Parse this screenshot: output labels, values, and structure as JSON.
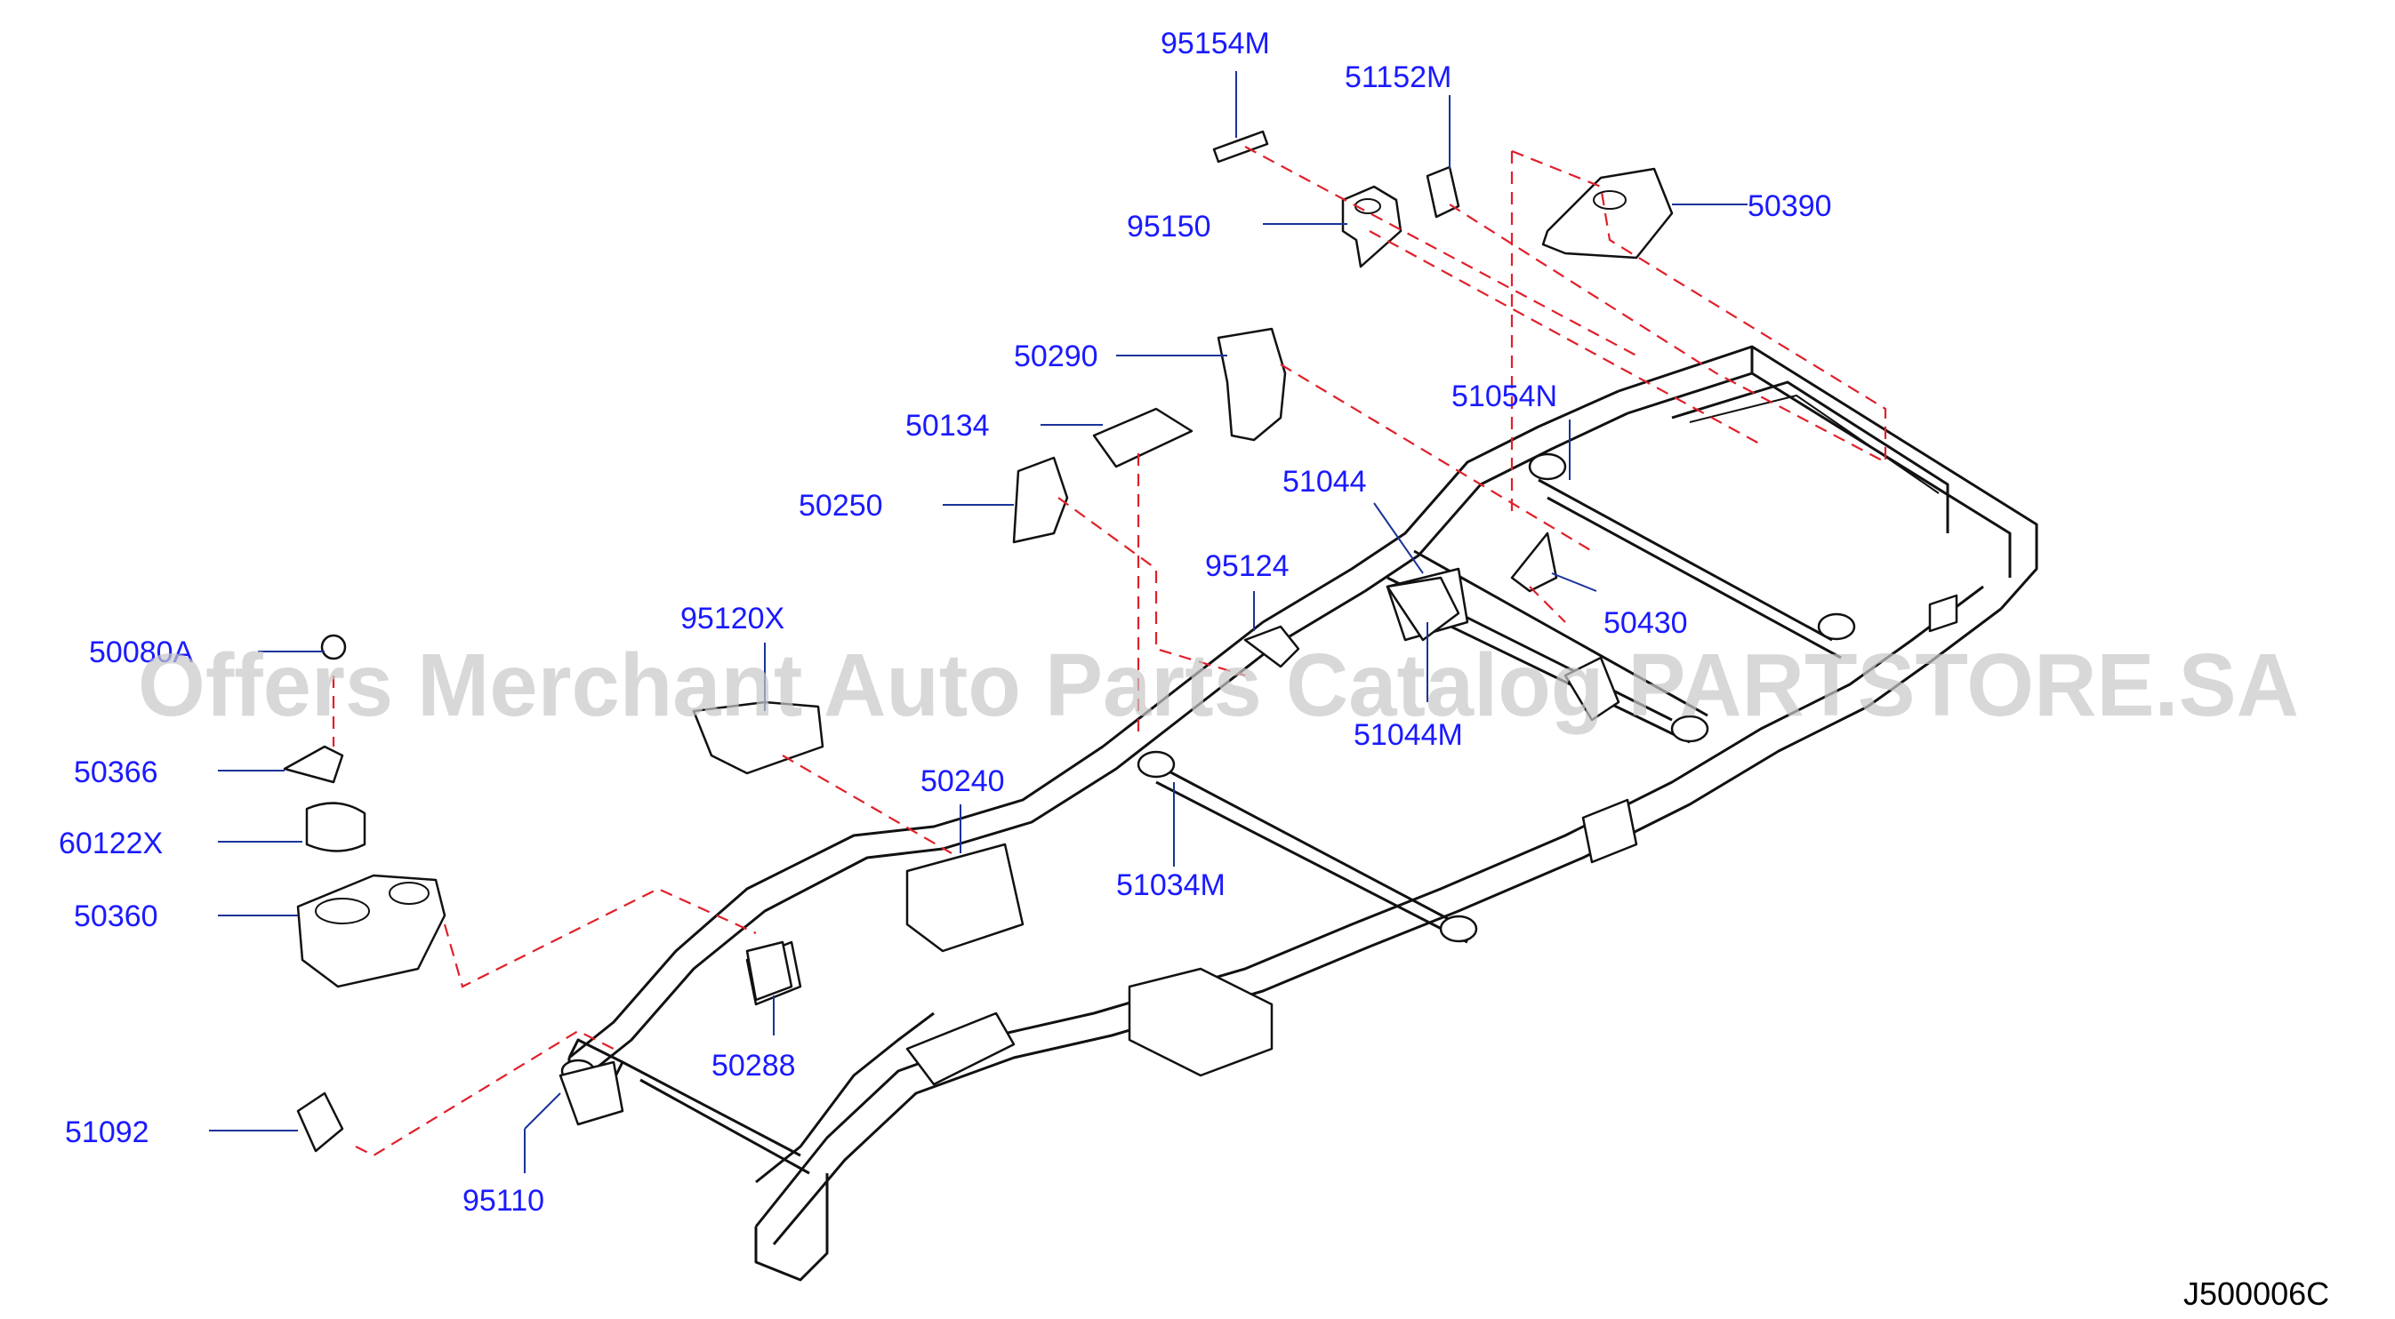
{
  "watermark": "Offers Merchant Auto Parts Catalog PARTSTORE.SA",
  "reference_code": "J500006C",
  "parts": {
    "p95154M": "95154M",
    "p51152M": "51152M",
    "p95150": "95150",
    "p50390": "50390",
    "p50290": "50290",
    "p50134": "50134",
    "p51054N": "51054N",
    "p50250": "50250",
    "p51044": "51044",
    "p95124": "95124",
    "p50430": "50430",
    "p95120X": "95120X",
    "p50080A": "50080A",
    "p51044M": "51044M",
    "p50366": "50366",
    "p50240": "50240",
    "p60122X": "60122X",
    "p51034M": "51034M",
    "p50360": "50360",
    "p50288": "50288",
    "p51092": "51092",
    "p95110": "95110"
  },
  "colors": {
    "label": "#1a1aff",
    "dashed_line": "#e0202a",
    "leader": "#1a3399"
  }
}
